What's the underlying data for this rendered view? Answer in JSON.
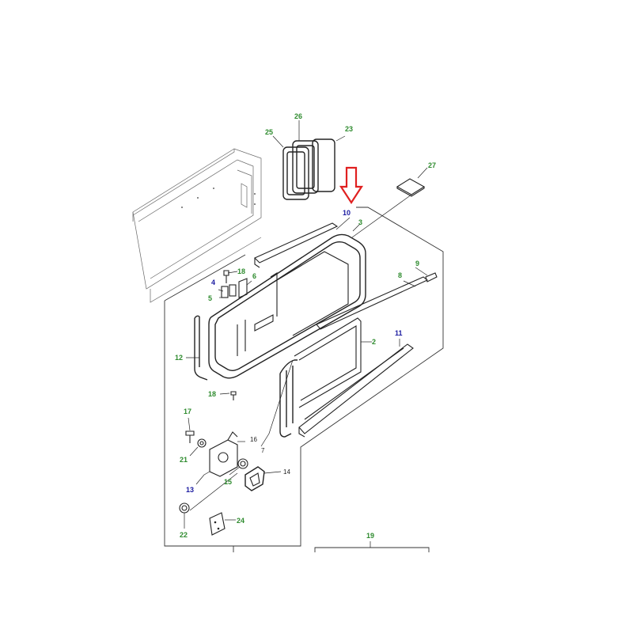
{
  "labels": [
    {
      "id": "23",
      "text": "23",
      "color": "#2e8b2e"
    },
    {
      "id": "25",
      "text": "25",
      "color": "#2e8b2e"
    },
    {
      "id": "26",
      "text": "26",
      "color": "#2e8b2e"
    },
    {
      "id": "27",
      "text": "27",
      "color": "#2e8b2e"
    },
    {
      "id": "10",
      "text": "10",
      "color": "#1a1aa0"
    },
    {
      "id": "3",
      "text": "3",
      "color": "#2e8b2e"
    },
    {
      "id": "9",
      "text": "9",
      "color": "#2e8b2e"
    },
    {
      "id": "8",
      "text": "8",
      "color": "#2e8b2e"
    },
    {
      "id": "18a",
      "text": "18",
      "color": "#2e8b2e"
    },
    {
      "id": "4",
      "text": "4",
      "color": "#1a1aa0"
    },
    {
      "id": "6",
      "text": "6",
      "color": "#2e8b2e"
    },
    {
      "id": "5",
      "text": "5",
      "color": "#2e8b2e"
    },
    {
      "id": "11",
      "text": "11",
      "color": "#1a1aa0"
    },
    {
      "id": "2",
      "text": "2",
      "color": "#2e8b2e"
    },
    {
      "id": "12",
      "text": "12",
      "color": "#2e8b2e"
    },
    {
      "id": "18b",
      "text": "18",
      "color": "#2e8b2e"
    },
    {
      "id": "17",
      "text": "17",
      "color": "#2e8b2e"
    },
    {
      "id": "16",
      "text": "16",
      "color": "#222222"
    },
    {
      "id": "21",
      "text": "21",
      "color": "#2e8b2e"
    },
    {
      "id": "7",
      "text": "7",
      "color": "#222222"
    },
    {
      "id": "14",
      "text": "14",
      "color": "#222222"
    },
    {
      "id": "13",
      "text": "13",
      "color": "#1a1aa0"
    },
    {
      "id": "15",
      "text": "15",
      "color": "#2e8b2e"
    },
    {
      "id": "24",
      "text": "24",
      "color": "#2e8b2e"
    },
    {
      "id": "22",
      "text": "22",
      "color": "#2e8b2e"
    },
    {
      "id": "19",
      "text": "19",
      "color": "#2e8b2e"
    }
  ],
  "arrow": {
    "color": "#e02020",
    "target": "10"
  }
}
